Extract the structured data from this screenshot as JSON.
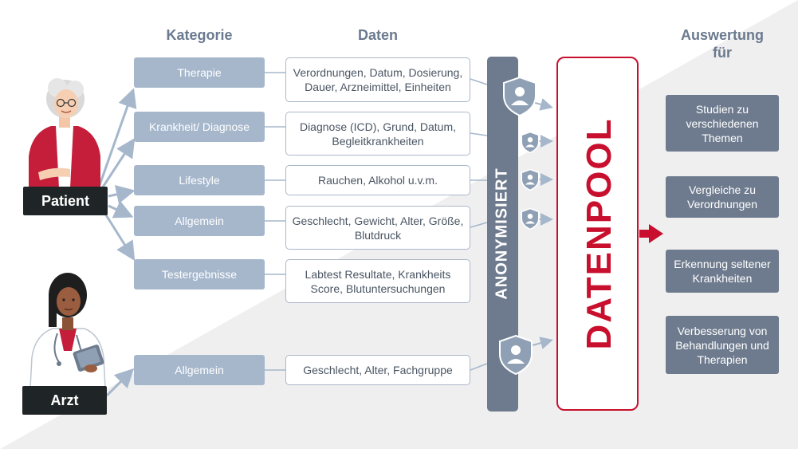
{
  "headers": {
    "kategorie": "Kategorie",
    "daten": "Daten",
    "auswertung": "Auswertung für"
  },
  "roles": {
    "patient": "Patient",
    "arzt": "Arzt"
  },
  "categories": [
    {
      "label": "Therapie",
      "data": "Verordnungen, Datum, Dosierung, Dauer, Arzneimittel, Einheiten"
    },
    {
      "label": "Krankheit/ Diagnose",
      "data": "Diagnose (ICD), Grund, Datum, Begleitkrankheiten"
    },
    {
      "label": "Lifestyle",
      "data": "Rauchen, Alkohol u.v.m."
    },
    {
      "label": "Allgemein",
      "data": "Geschlecht, Gewicht, Alter, Größe, Blutdruck"
    },
    {
      "label": "Testergebnisse",
      "data": "Labtest Resultate, Krankheits Score, Blutuntersuchungen"
    },
    {
      "label": "Allgemein",
      "data": "Geschlecht, Alter, Fachgruppe"
    }
  ],
  "anonymisiert": "ANONYMISIERT",
  "datenpool": "DATENPOOL",
  "outputs": [
    "Studien zu verschiedenen Themen",
    "Vergleiche zu Verordnungen",
    "Erkennung seltener Krankheiten",
    "Verbesserung von Behandlungen und Therapien"
  ],
  "icons": {
    "patient": "senior-woman-icon",
    "arzt": "doctor-icon",
    "shield": "shield-user-icon",
    "arrow": "arrow-right-icon"
  },
  "colors": {
    "category_fill": "#a6b7cc",
    "anon_bar": "#6e7b8e",
    "datenpool_accent": "#c8102e",
    "output_fill": "#6e7b8e",
    "role_label": "#1f2526",
    "header_text": "#6b7a8f"
  }
}
